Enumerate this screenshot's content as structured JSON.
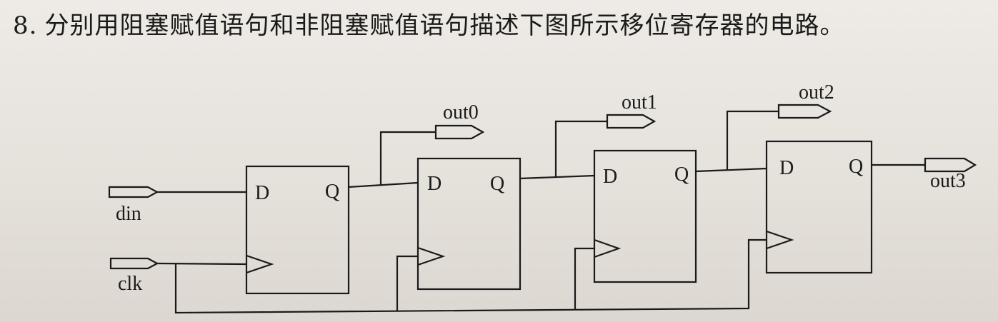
{
  "question": {
    "number": "8.",
    "text": "分别用阻塞赋值语句和非阻塞赋值语句描述下图所示移位寄存器的电路。"
  },
  "circuit": {
    "inputs": {
      "din": "din",
      "clk": "clk"
    },
    "flipflops": [
      {
        "d": "D",
        "q": "Q"
      },
      {
        "d": "D",
        "q": "Q"
      },
      {
        "d": "D",
        "q": "Q"
      },
      {
        "d": "D",
        "q": "Q"
      }
    ],
    "outputs": [
      "out0",
      "out1",
      "out2",
      "out3"
    ]
  }
}
